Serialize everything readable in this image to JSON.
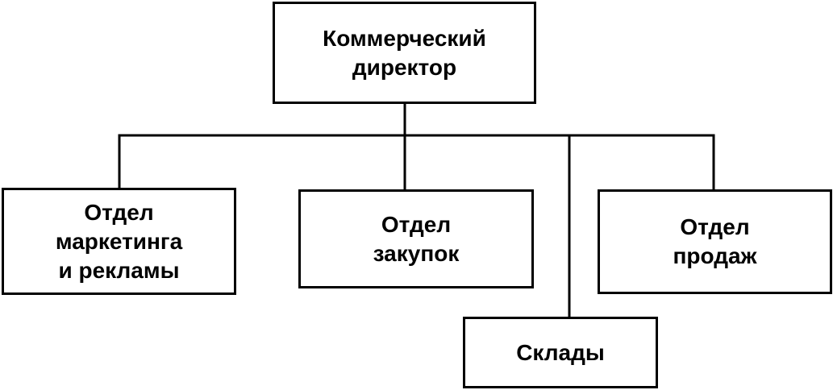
{
  "diagram": {
    "type": "org-chart",
    "line_color": "#000000",
    "box_border_color": "#000000",
    "background_color": "#ffffff",
    "nodes": {
      "director": {
        "label": "Коммерческий\nдиректор"
      },
      "marketing": {
        "label": "Отдел\nмаркетинга\nи рекламы"
      },
      "purchasing": {
        "label": "Отдел\nзакупок"
      },
      "sales": {
        "label": "Отдел\nпродаж"
      },
      "warehouses": {
        "label": "Склады"
      }
    },
    "edges": [
      {
        "from": "director",
        "to": "marketing"
      },
      {
        "from": "director",
        "to": "purchasing"
      },
      {
        "from": "director",
        "to": "sales"
      },
      {
        "from": "director",
        "to": "warehouses"
      }
    ]
  }
}
